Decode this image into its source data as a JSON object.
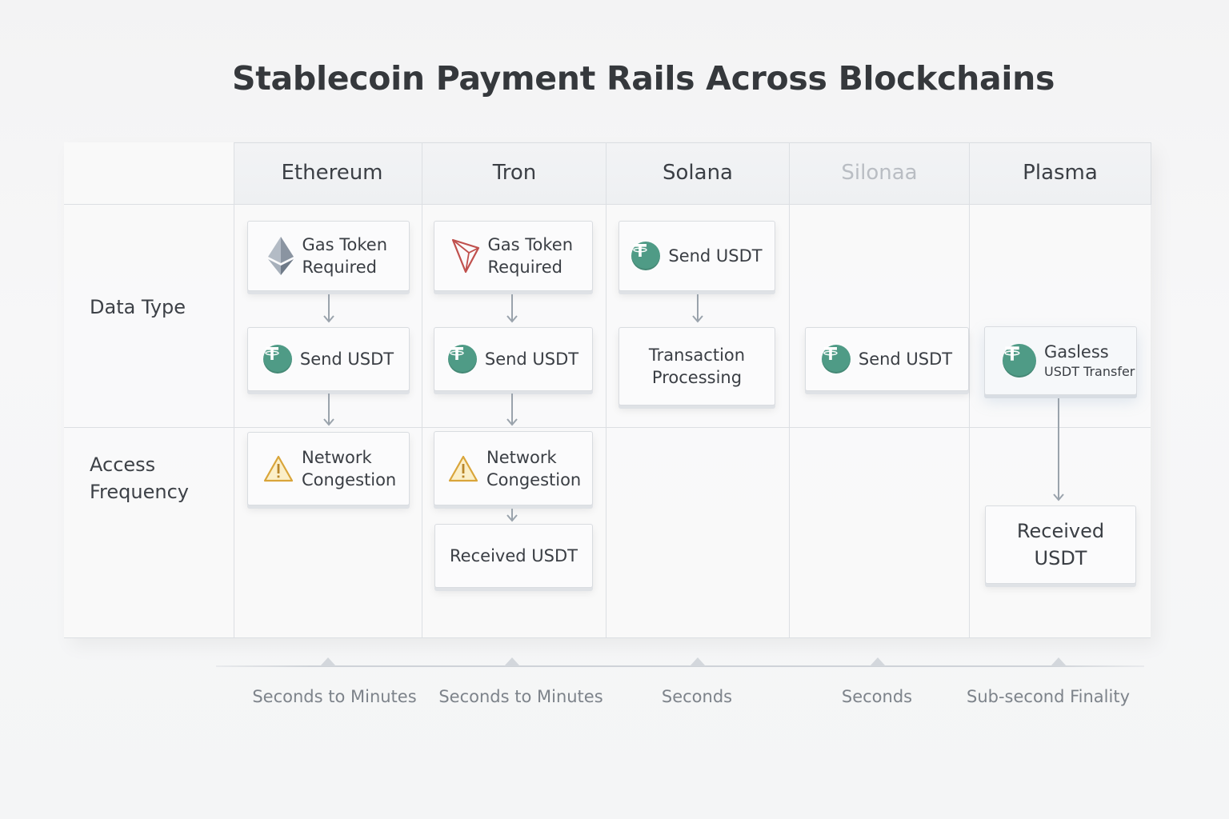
{
  "title": "Stablecoin Payment Rails Across Blockchains",
  "columns": [
    "Ethereum",
    "Tron",
    "Solana",
    "Silonaa",
    "Plasma"
  ],
  "rows": {
    "data_type": "Data Type",
    "access_frequency": "Access Frequency"
  },
  "ethereum": {
    "gas": "Gas Token Required",
    "send": "Send USDT",
    "congestion": "Network Congestion"
  },
  "tron": {
    "gas": "Gas Token Required",
    "send": "Send USDT",
    "congestion": "Network Congestion",
    "received": "Received USDT"
  },
  "solana": {
    "send": "Send USDT",
    "processing": "Transaction Processing"
  },
  "silonaa": {
    "send": "Send USDT"
  },
  "plasma": {
    "gasless_title": "Gasless",
    "gasless_sub": "USDT Transfer",
    "received": "Received USDT"
  },
  "timings": [
    "Seconds to Minutes",
    "Seconds to Minutes",
    "Seconds",
    "Seconds",
    "Sub-second Finality"
  ],
  "icons": {
    "ethereum": "ethereum-diamond-icon",
    "tron": "tron-logo-icon",
    "tether": "tether-icon",
    "warning": "warning-triangle-icon"
  },
  "colors": {
    "tether": "#4f9b86",
    "tron": "#c0504d",
    "warning": "#d9a53a"
  }
}
